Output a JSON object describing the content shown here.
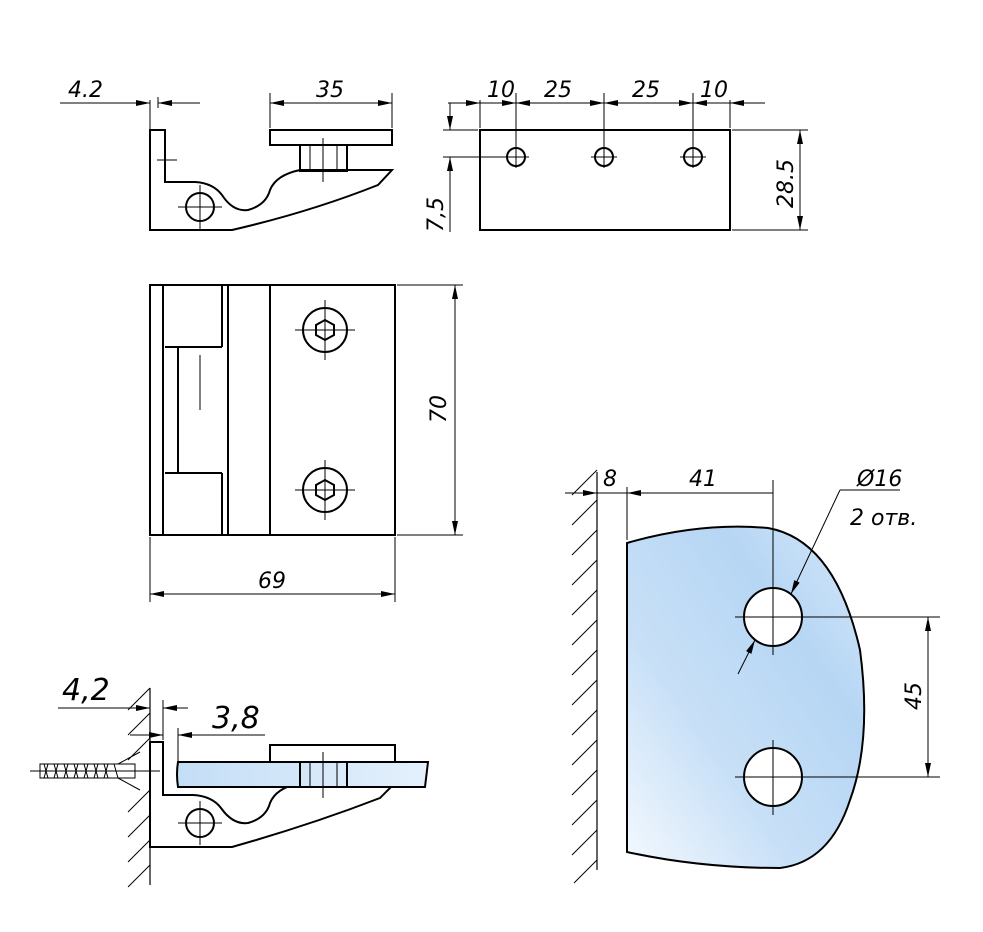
{
  "dimensions": {
    "side_gap": "4.2",
    "side_clamp_width": "35",
    "front_edge_left": "10",
    "front_hole_pitch_1": "25",
    "front_hole_pitch_2": "25",
    "front_edge_right": "10",
    "front_hole_height": "7,5",
    "front_height": "28.5",
    "plan_height": "70",
    "plan_width": "69",
    "install_gap": "4,2",
    "install_offset": "3,8",
    "glass_wall_gap": "8",
    "glass_hole_offset": "41",
    "glass_hole_diameter": "Ø16",
    "glass_hole_count": "2 отв.",
    "glass_hole_spacing": "45"
  },
  "colors": {
    "line": "#000000",
    "glass_light": "#e8f2fc",
    "glass_dark": "#bcd8f5"
  }
}
